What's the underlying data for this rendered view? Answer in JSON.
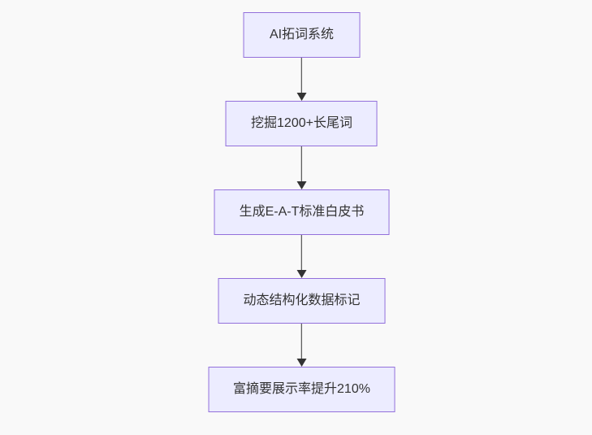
{
  "flowchart": {
    "direction": "top-down",
    "nodes": [
      {
        "id": "node-1",
        "label": "AI拓词系统"
      },
      {
        "id": "node-2",
        "label": "挖掘1200+长尾词"
      },
      {
        "id": "node-3",
        "label": "生成E-A-T标准白皮书"
      },
      {
        "id": "node-4",
        "label": "动态结构化数据标记"
      },
      {
        "id": "node-5",
        "label": "富摘要展示率提升210%"
      }
    ],
    "edges": [
      {
        "from": "node-1",
        "to": "node-2"
      },
      {
        "from": "node-2",
        "to": "node-3"
      },
      {
        "from": "node-3",
        "to": "node-4"
      },
      {
        "from": "node-4",
        "to": "node-5"
      }
    ],
    "colors": {
      "node_fill": "#ECECFF",
      "node_border": "#9370DB",
      "arrow": "#333333",
      "text": "#333333",
      "background": "#f9f9f9"
    }
  }
}
